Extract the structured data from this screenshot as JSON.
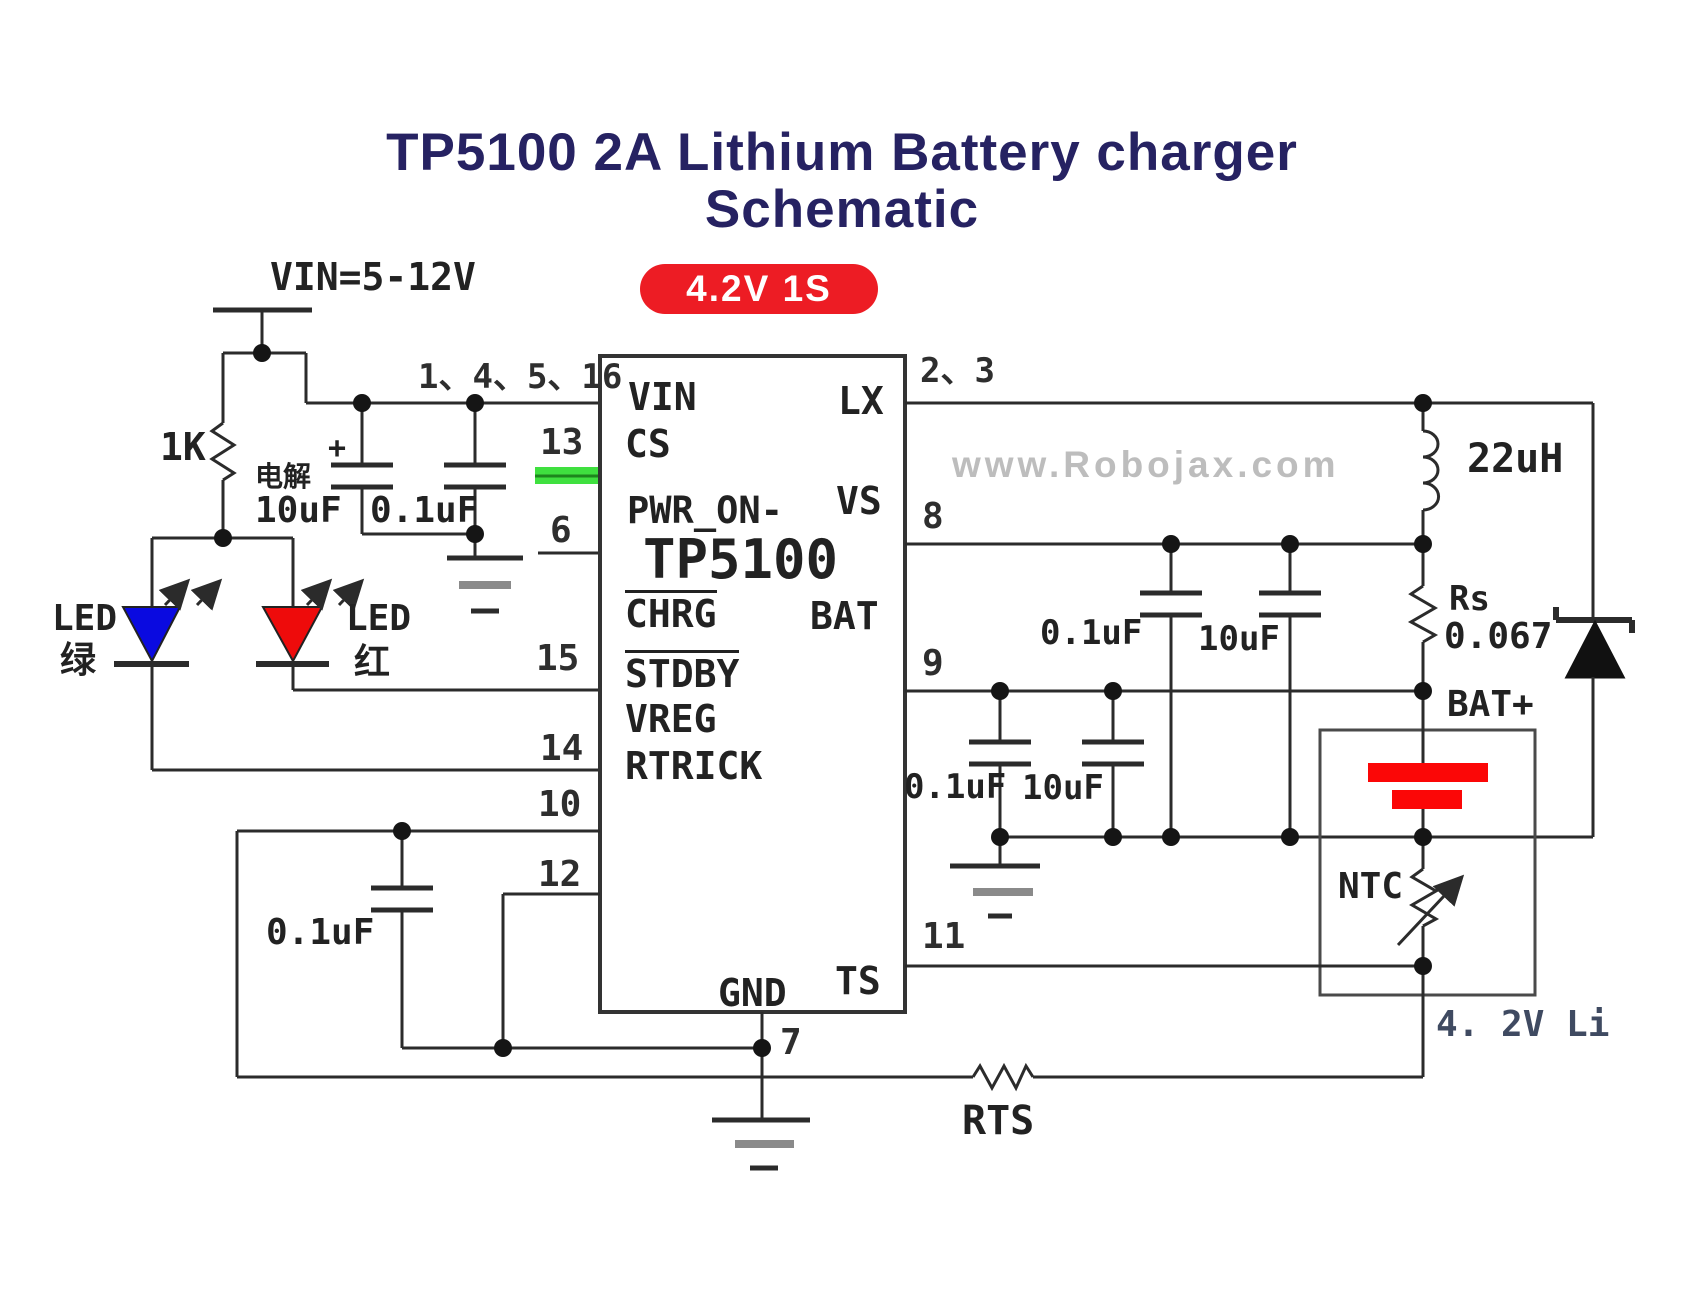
{
  "colors": {
    "title_text": "#262262",
    "badge_bg": "#ed1c24",
    "badge_text": "#ffffff",
    "wire": "#2b2b2b",
    "led_green_body": "#0a0ae0",
    "led_red_body": "#ee0b0b",
    "battery_cell": "#fb0707",
    "cs_highlight": "#3fe03f",
    "cs_highlight_line": "#1d861d",
    "watermark_text": "#bdbdbd",
    "battery_caption_text": "#3f4a61",
    "ground_mid_bar": "#8a8a8a"
  },
  "header": {
    "title_line1": "TP5100 2A Lithium Battery charger",
    "title_line2": "Schematic",
    "badge_label": "4.2V 1S"
  },
  "watermark": "www.Robojax.com",
  "schematic": {
    "supply_label": "VIN=5-12V",
    "ic": {
      "part_number": "TP5100",
      "pins": {
        "vin": {
          "num": "1、4、5、16",
          "label": "VIN"
        },
        "cs": {
          "num": "13",
          "label": "CS"
        },
        "pwr_on": {
          "num": "6",
          "label": "PWR_ON-"
        },
        "chrg": {
          "num": "15",
          "label": "CHRG"
        },
        "stdby": {
          "num": "14",
          "label": "STDBY"
        },
        "vreg": {
          "num": "10",
          "label": "VREG"
        },
        "rtrick": {
          "num": "12",
          "label": "RTRICK"
        },
        "gnd": {
          "num": "7",
          "label": "GND"
        },
        "lx": {
          "num": "2、3",
          "label": "LX"
        },
        "vs": {
          "num": "8",
          "label": "VS"
        },
        "bat": {
          "num": "9",
          "label": "BAT"
        },
        "ts": {
          "num": "11",
          "label": "TS"
        }
      }
    },
    "components": {
      "r_led": {
        "value": "1K"
      },
      "led_green": {
        "name": "LED",
        "color_cn": "绿"
      },
      "led_red": {
        "name": "LED",
        "color_cn": "红"
      },
      "c_in_electrolytic": {
        "type_cn": "电解",
        "value": "10uF",
        "polarity": "+"
      },
      "c_in": {
        "value": "0.1uF"
      },
      "inductor": {
        "value": "22uH"
      },
      "r_sense": {
        "name": "Rs",
        "value": "0.067"
      },
      "c_vs1": {
        "value": "0.1uF"
      },
      "c_vs2": {
        "value": "10uF"
      },
      "c_bat1": {
        "value": "0.1uF"
      },
      "c_bat2": {
        "value": "10uF"
      },
      "c_vreg": {
        "value": "0.1uF"
      },
      "r_ts": {
        "name": "RTS"
      },
      "ntc": {
        "name": "NTC"
      },
      "battery": {
        "positive_label": "BAT+",
        "caption": "4. 2V Li"
      }
    }
  }
}
